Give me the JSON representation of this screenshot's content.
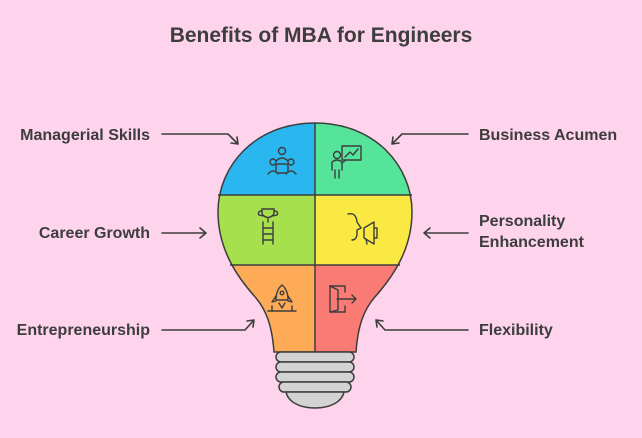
{
  "title": "Benefits of MBA for Engineers",
  "benefits": {
    "managerial_skills": "Managerial Skills",
    "business_acumen": "Business Acumen",
    "career_growth": "Career Growth",
    "personality_enhancement_line1": "Personality",
    "personality_enhancement_line2": "Enhancement",
    "entrepreneurship": "Entrepreneurship",
    "flexibility": "Flexibility"
  },
  "colors": {
    "background": "#fdd4ec",
    "managerial_skills": "#2ab6ee",
    "business_acumen": "#56e49a",
    "career_growth": "#a6e04c",
    "personality_enhancement": "#fbe943",
    "entrepreneurship": "#fdab57",
    "flexibility": "#fa7a74",
    "outline": "#3d3d3d",
    "base": "#d3d3d3"
  },
  "icons": {
    "managerial_skills": "meeting-table-icon",
    "business_acumen": "presenter-chart-icon",
    "career_growth": "trophy-ladder-icon",
    "personality_enhancement": "megaphone-head-icon",
    "entrepreneurship": "rocket-launch-icon",
    "flexibility": "door-exit-icon"
  }
}
